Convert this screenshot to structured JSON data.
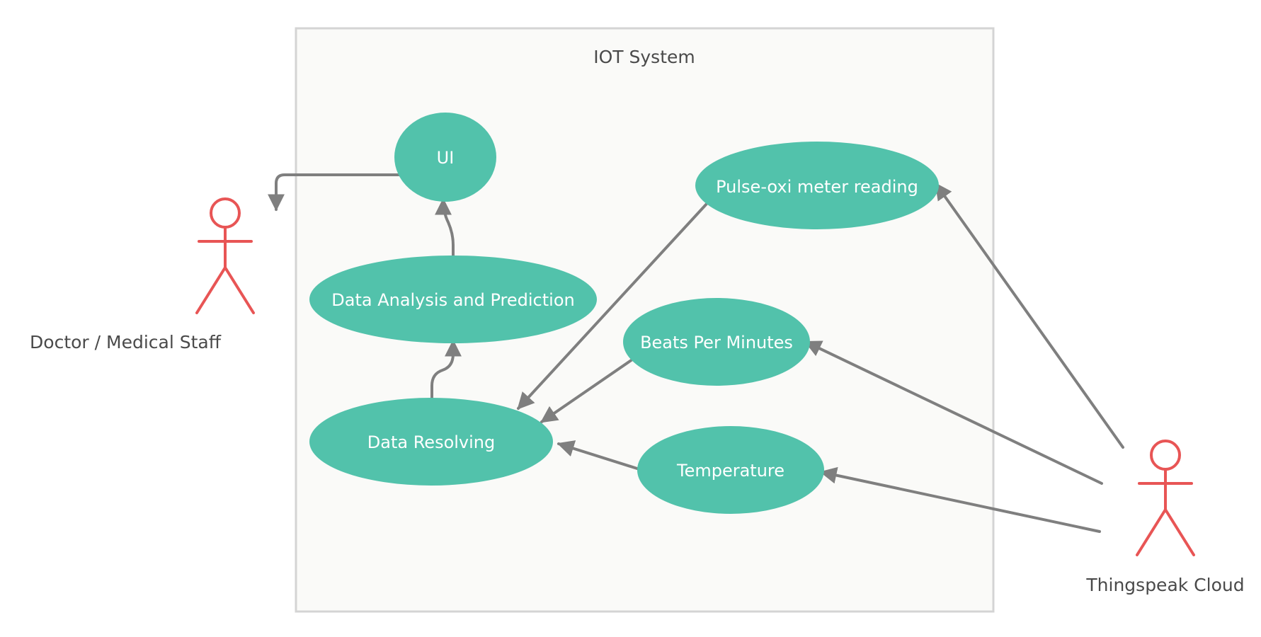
{
  "diagram": {
    "system_boundary": {
      "title": "IOT System"
    },
    "actors": {
      "doctor": "Doctor / Medical Staff",
      "cloud": "Thingspeak Cloud"
    },
    "use_cases": {
      "ui": "UI",
      "analysis": "Data Analysis and Prediction",
      "resolving": "Data Resolving",
      "pulse": "Pulse-oxi meter reading",
      "bpm": "Beats Per Minutes",
      "temperature": "Temperature"
    },
    "colors": {
      "use_case_fill": "#52c2ab",
      "actor_stroke": "#e85555",
      "connector": "#7f7f7f",
      "boundary_fill": "#fafaf8",
      "boundary_stroke": "#d4d4d4"
    }
  }
}
